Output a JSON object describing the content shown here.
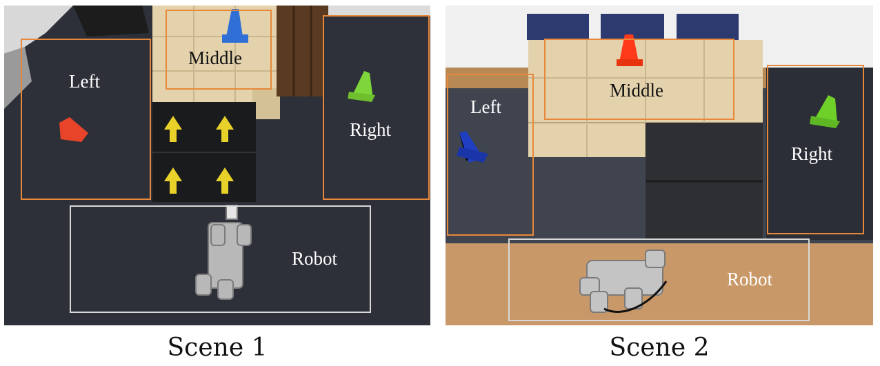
{
  "scene1": {
    "caption": "Scene 1",
    "labels": {
      "left": "Left",
      "middle": "Middle",
      "right": "Right",
      "robot": "Robot"
    }
  },
  "scene2": {
    "caption": "Scene 2",
    "labels": {
      "left": "Left",
      "middle": "Middle",
      "right": "Right",
      "robot": "Robot"
    }
  },
  "colors": {
    "region_box": "#e8883a",
    "robot_box": "#d9d9d9",
    "scene1_left_cone": "#e8442a",
    "scene1_middle_cone": "#2f6fd6",
    "scene1_right_cone": "#7fd63a",
    "scene2_left_cone": "#1f3fc0",
    "scene2_middle_cone": "#ff3a1a",
    "scene2_right_cone": "#6fd02a"
  }
}
